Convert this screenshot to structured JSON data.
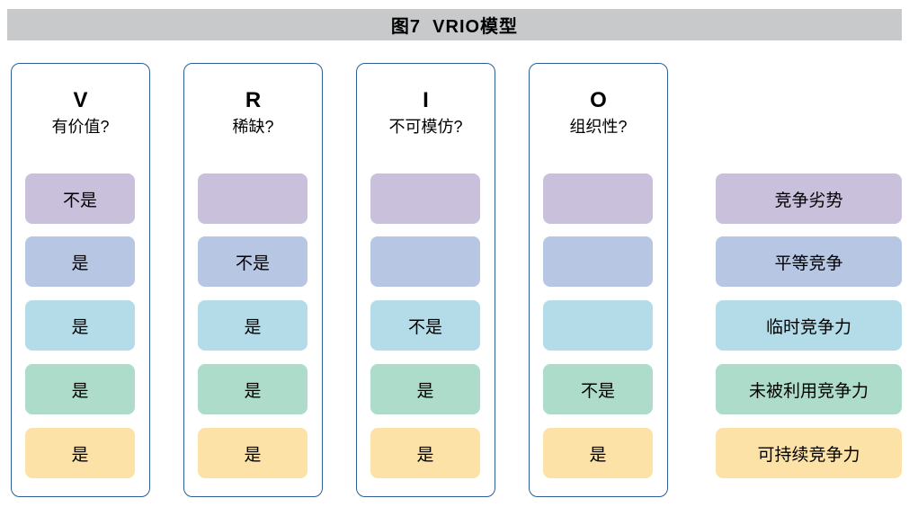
{
  "title": "图7  VRIO模型",
  "colors": {
    "title_bar_bg": "#c8c9ca",
    "column_border": "#2e5b9a",
    "text": "#000000",
    "rows": [
      "#c9c0db",
      "#b6c6e3",
      "#b4dbe8",
      "#aedcca",
      "#fce2a6"
    ]
  },
  "columns": [
    {
      "letter": "V",
      "question": "有价值?",
      "cells": [
        "不是",
        "是",
        "是",
        "是",
        "是"
      ]
    },
    {
      "letter": "R",
      "question": "稀缺?",
      "cells": [
        "",
        "不是",
        "是",
        "是",
        "是"
      ]
    },
    {
      "letter": "I",
      "question": "不可模仿?",
      "cells": [
        "",
        "",
        "不是",
        "是",
        "是"
      ]
    },
    {
      "letter": "O",
      "question": "组织性?",
      "cells": [
        "",
        "",
        "",
        "不是",
        "是"
      ]
    }
  ],
  "outcomes": [
    "竞争劣势",
    "平等竞争",
    "临时竞争力",
    "未被利用竞争力",
    "可持续竞争力"
  ]
}
